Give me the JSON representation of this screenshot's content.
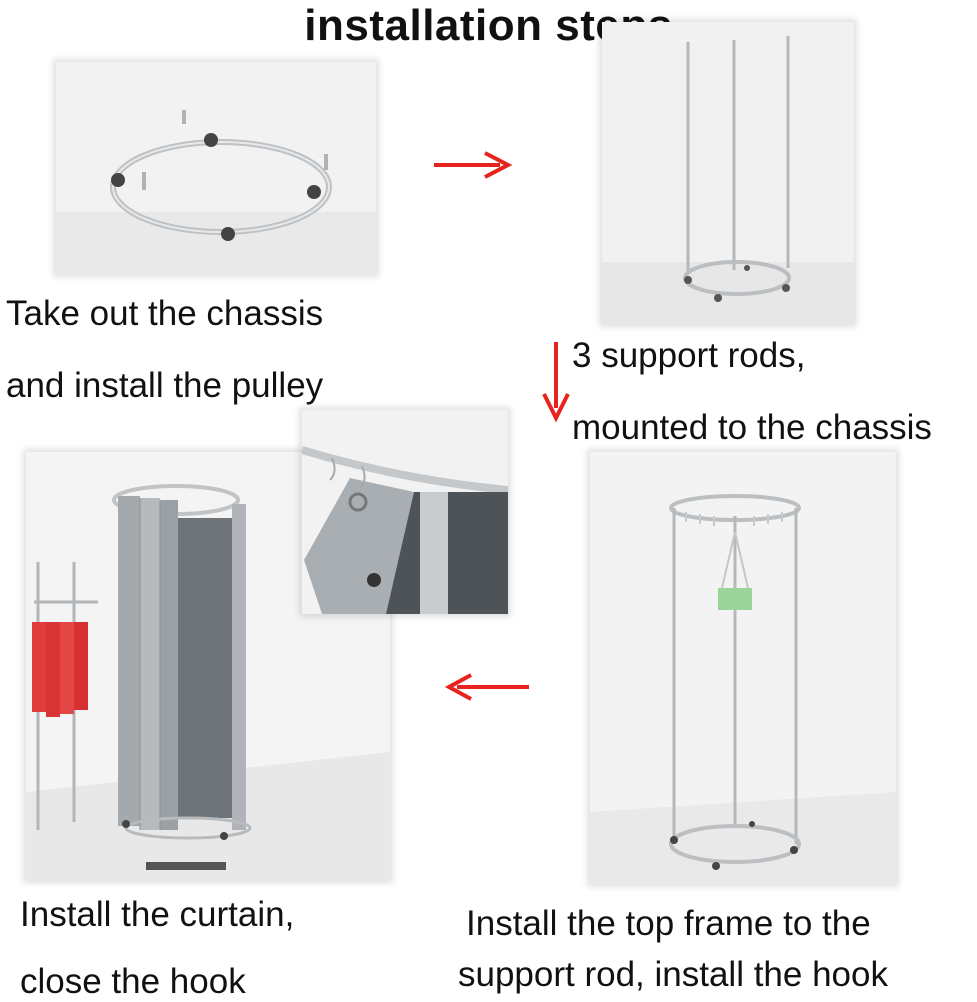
{
  "title": "installation steps",
  "steps": [
    {
      "caption_line1": "Take out the chassis",
      "caption_line2": "and install the pulley"
    },
    {
      "caption_line1": "3 support rods,",
      "caption_line2": "mounted to the chassis"
    },
    {
      "caption_line1": "Install the top frame to the",
      "caption_line2": "support rod, install the hook"
    },
    {
      "caption_line1": "Install the curtain,",
      "caption_line2": "close the hook"
    }
  ],
  "colors": {
    "arrow": "#e8231e",
    "metal": "#b9bcbf",
    "curtain": "#9ea3a7",
    "shirt": "#e23b3b"
  }
}
